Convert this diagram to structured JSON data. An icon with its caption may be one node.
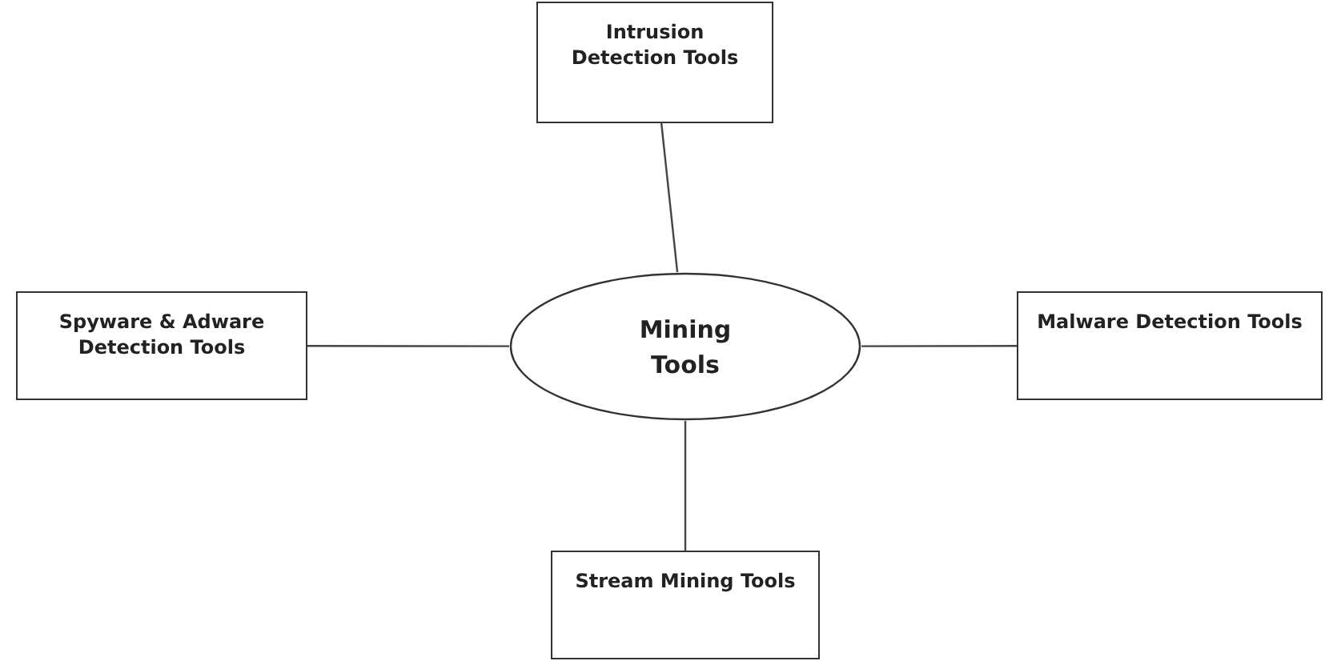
{
  "diagram": {
    "nodes": [
      {
        "text": [
          "Intrusion Detection Tools"
        ]
      },
      {
        "text": [
          "Spyware & Adware Detection Tools"
        ]
      },
      {
        "text": [
          "Mining Tools"
        ]
      },
      {
        "text": [
          "Malware Detection Tools"
        ]
      },
      {
        "text": [
          "Stream Mining Tools"
        ]
      }
    ],
    "edges": [
      {
        "from": 2,
        "to": 0,
        "arrow": "none"
      },
      {
        "from": 2,
        "to": 1,
        "arrow": "none"
      },
      {
        "from": 2,
        "to": 3,
        "arrow": "none"
      },
      {
        "from": 2,
        "to": 4,
        "arrow": "none"
      }
    ]
  }
}
